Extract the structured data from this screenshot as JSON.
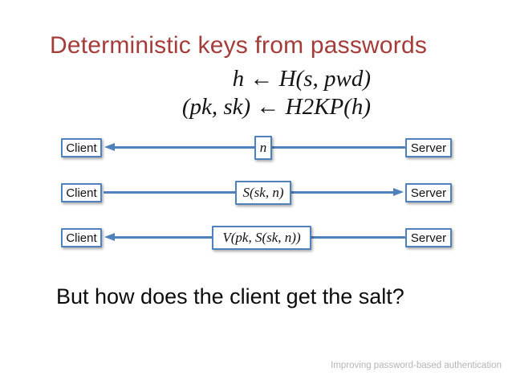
{
  "slide": {
    "title": "Deterministic keys from passwords",
    "formulas": {
      "line1": "h ← H(s, pwd)",
      "line2": "(pk, sk) ← H2KP(h)"
    },
    "diagram": {
      "rows": [
        {
          "left_label": "Client",
          "right_label": "Server",
          "message": "n",
          "direction": "server-to-client"
        },
        {
          "left_label": "Client",
          "right_label": "Server",
          "message": "S(sk, n)",
          "direction": "client-to-server"
        },
        {
          "left_label": "Client",
          "right_label": "Server",
          "message": "V(pk, S(sk, n))",
          "direction": "server-to-client"
        }
      ]
    },
    "question": "But how does the client get the salt?",
    "footer": "Improving password-based authentication",
    "colors": {
      "title_red": "#A43C39",
      "diagram_blue": "#4F81BD",
      "footer_gray": "#B5B5B5",
      "background": "#FFFFFF"
    }
  }
}
